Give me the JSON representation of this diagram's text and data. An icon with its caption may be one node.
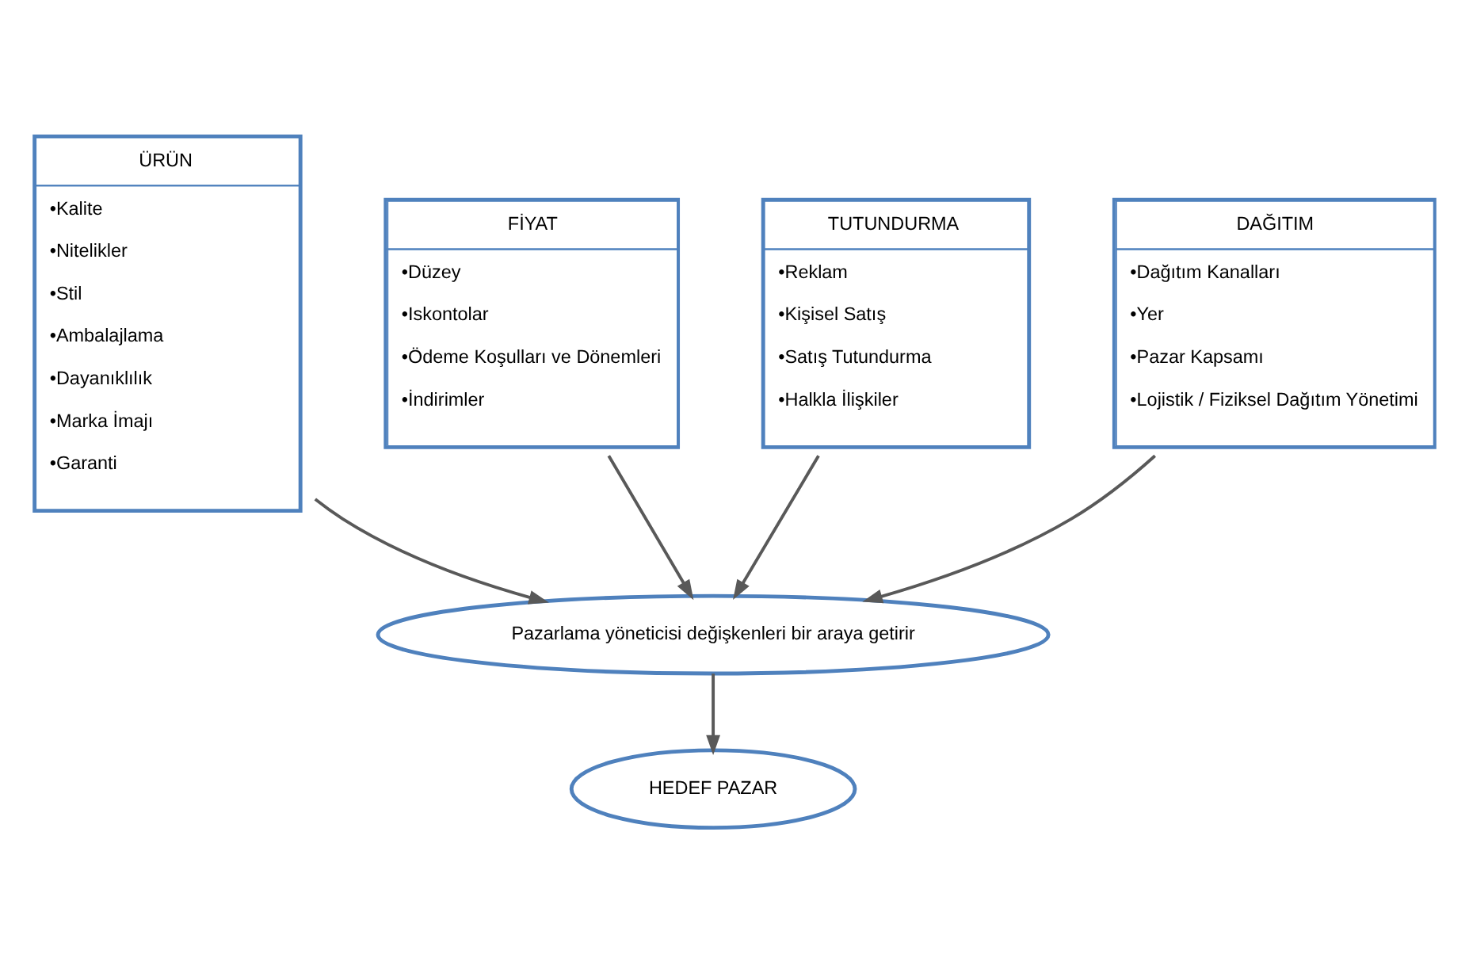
{
  "diagram": {
    "nodes": [
      {
        "text": [
          "ÜRÜN",
          "•Kalite",
          "•Nitelikler",
          "•Stil",
          "•Ambalajlama",
          "•Dayanıklılık",
          "•Marka İmajı",
          "•Garanti"
        ]
      },
      {
        "text": [
          "FİYAT",
          "•Düzey",
          "•Iskontolar",
          "•Ödeme Koşulları ve Dönemleri",
          "•İndirimler"
        ]
      },
      {
        "text": [
          "Pazarlama yöneticisi değişkenleri bir araya getirir"
        ]
      },
      {
        "text": [
          "TUTUNDURMA",
          "•Reklam",
          "•Kişisel Satış",
          "•Satış Tutundurma",
          "•Halkla İlişkiler"
        ]
      },
      {
        "text": [
          "DAĞITIM",
          "•Dağıtım Kanalları",
          "•Yer",
          "•Pazar Kapsamı",
          "•Lojistik / Fiziksel Dağıtım Yönetimi"
        ]
      },
      {
        "text": [
          "HEDEF PAZAR"
        ]
      }
    ],
    "edges": [
      {
        "from": 0,
        "to": 2,
        "arrow": "to"
      },
      {
        "from": 1,
        "to": 2,
        "arrow": "to"
      },
      {
        "from": 3,
        "to": 2,
        "arrow": "to"
      },
      {
        "from": 4,
        "to": 2,
        "arrow": "to"
      },
      {
        "from": 2,
        "to": 5,
        "arrow": "to"
      }
    ]
  }
}
